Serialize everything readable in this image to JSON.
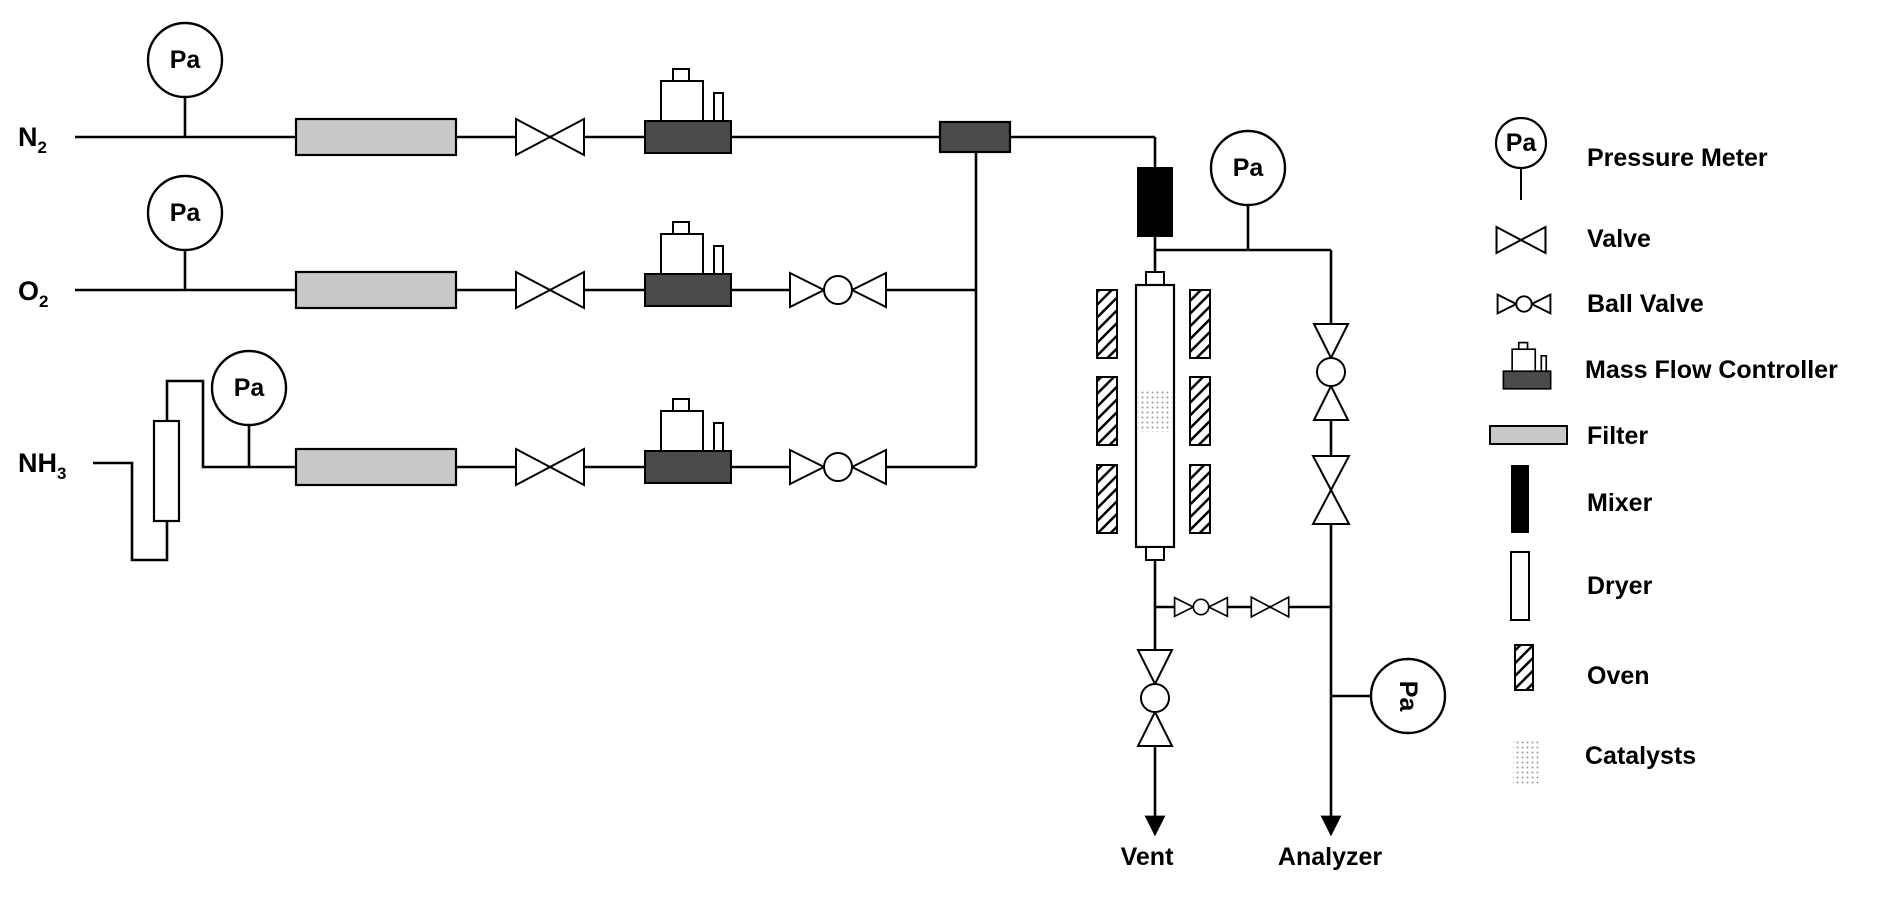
{
  "gases": {
    "n2": {
      "main": "N",
      "sub": "2"
    },
    "o2": {
      "main": "O",
      "sub": "2"
    },
    "nh3": {
      "main": "NH",
      "sub": "3"
    }
  },
  "gauge_label": "Pa",
  "outlets": {
    "vent": "Vent",
    "analyzer": "Analyzer"
  },
  "legend": {
    "pressure_meter": "Pressure Meter",
    "valve": "Valve",
    "ball_valve": "Ball Valve",
    "mfc": "Mass Flow Controller",
    "filter": "Filter",
    "mixer": "Mixer",
    "dryer": "Dryer",
    "oven": "Oven",
    "catalysts": "Catalysts"
  },
  "colors": {
    "line": "#000000",
    "filter_fill": "#c8c8c8",
    "mfc_fill": "#4a4a4a",
    "mixer_fill": "#000000",
    "oven_hatch": "#000000",
    "catalyst_dots": "#9a9a9a"
  }
}
